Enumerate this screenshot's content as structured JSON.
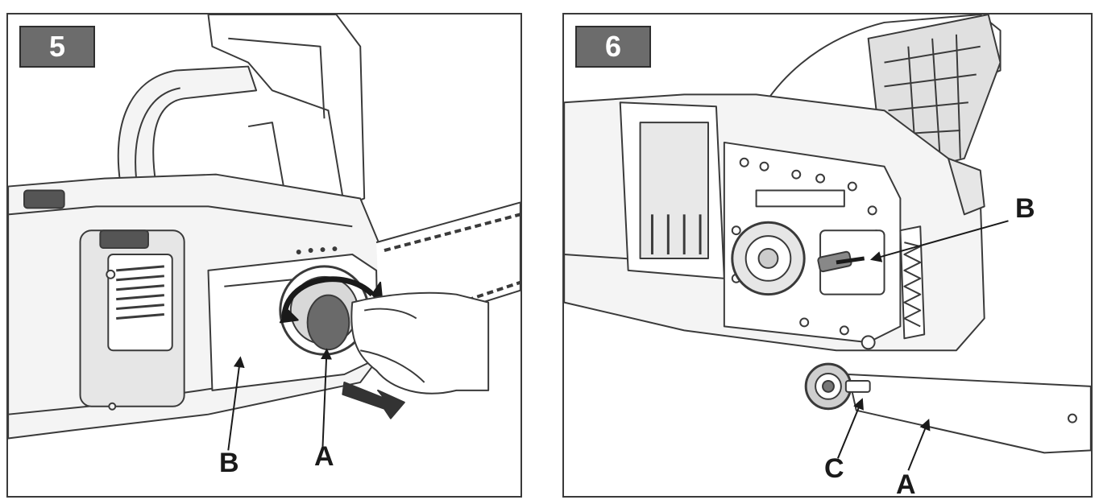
{
  "panels": [
    {
      "number": "5",
      "labels": {
        "a": "A",
        "b": "B"
      }
    },
    {
      "number": "6",
      "labels": {
        "a": "A",
        "b": "B",
        "c": "C"
      }
    }
  ],
  "colors": {
    "line": "#3a3a3a",
    "badge": "#6c6c6c",
    "fill_light": "#f4f4f4",
    "fill_mid": "#d8d8d8",
    "fill_dark": "#555555"
  }
}
